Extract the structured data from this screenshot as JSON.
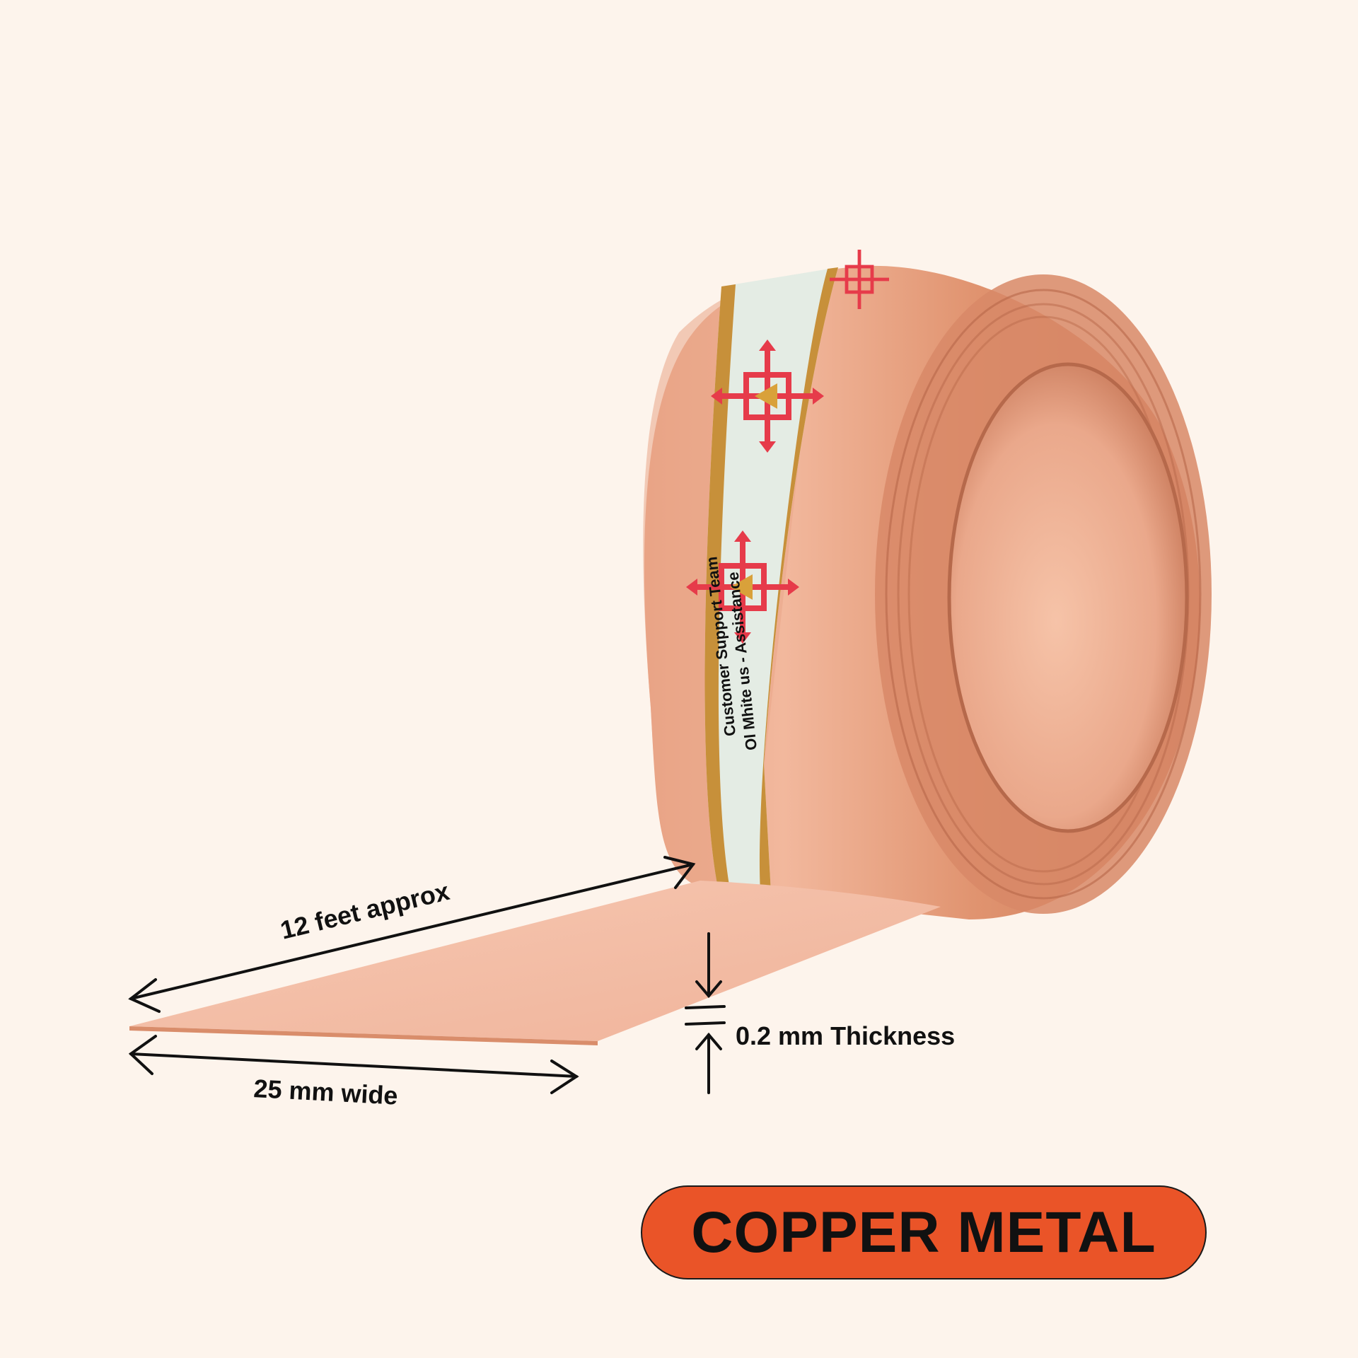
{
  "colors": {
    "background": "#fdf4ec",
    "copper_light": "#f7c7b0",
    "copper_mid": "#eba084",
    "copper_dark": "#c97755",
    "label_bg": "#e4ece4",
    "label_gold": "#c7903a",
    "logo_red": "#e63b4a",
    "badge_bg": "#ea5428",
    "arrow": "#111111"
  },
  "product": {
    "name": "copper foil roll",
    "label_text_line1": "Customer Support Team",
    "label_text_line2": "Ol Mhite us - Assistance",
    "logo_icon": "yantra-logo-icon"
  },
  "dimensions": {
    "length_label": "12 feet approx",
    "width_label": "25 mm wide",
    "thickness_label": "0.2 mm Thickness"
  },
  "badge": {
    "label": "COPPER METAL"
  }
}
